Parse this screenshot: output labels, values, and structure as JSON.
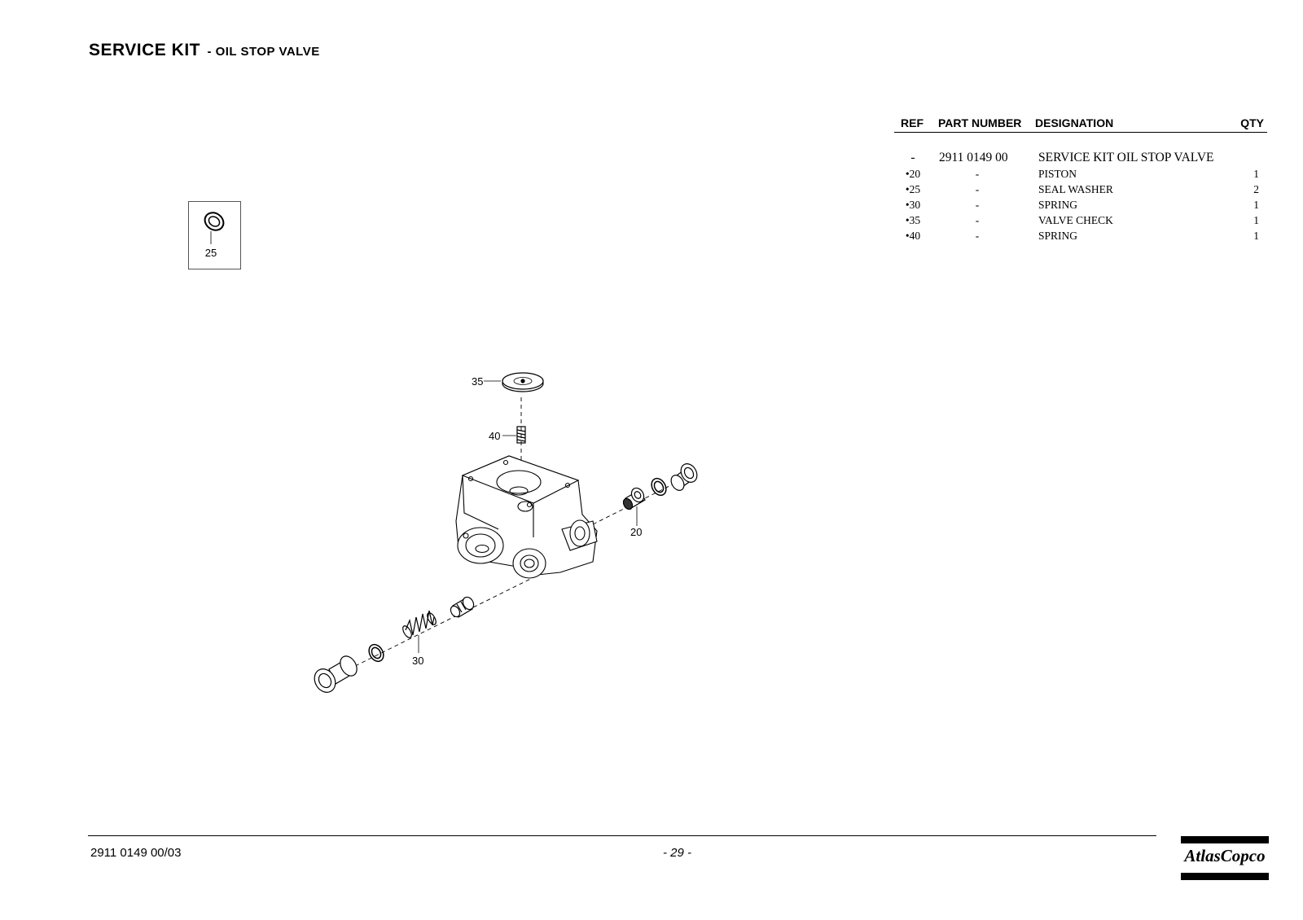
{
  "header": {
    "title_main": "SERVICE KIT",
    "title_sub": "- OIL STOP VALVE"
  },
  "table": {
    "columns": {
      "ref": "REF",
      "part_number": "PART NUMBER",
      "designation": "DESIGNATION",
      "qty": "QTY"
    },
    "kit_row": {
      "ref": "-",
      "part_number": "2911 0149 00",
      "designation": "SERVICE KIT OIL STOP VALVE",
      "qty": ""
    },
    "rows": [
      {
        "ref": "•20",
        "part_number": "-",
        "designation": "PISTON",
        "qty": "1"
      },
      {
        "ref": "•25",
        "part_number": "-",
        "designation": "SEAL WASHER",
        "qty": "2"
      },
      {
        "ref": "•30",
        "part_number": "-",
        "designation": "SPRING",
        "qty": "1"
      },
      {
        "ref": "•35",
        "part_number": "-",
        "designation": "VALVE CHECK",
        "qty": "1"
      },
      {
        "ref": "•40",
        "part_number": "-",
        "designation": "SPRING",
        "qty": "1"
      }
    ]
  },
  "diagram": {
    "inset_label": "25",
    "callouts": {
      "c35": "35",
      "c40": "40",
      "c20": "20",
      "c30": "30"
    }
  },
  "footer": {
    "doc_number": "2911 0149 00/03",
    "page": "- 29 -",
    "brand": "AtlasCopco",
    "logo_icon": "atlas-copco-logo"
  }
}
